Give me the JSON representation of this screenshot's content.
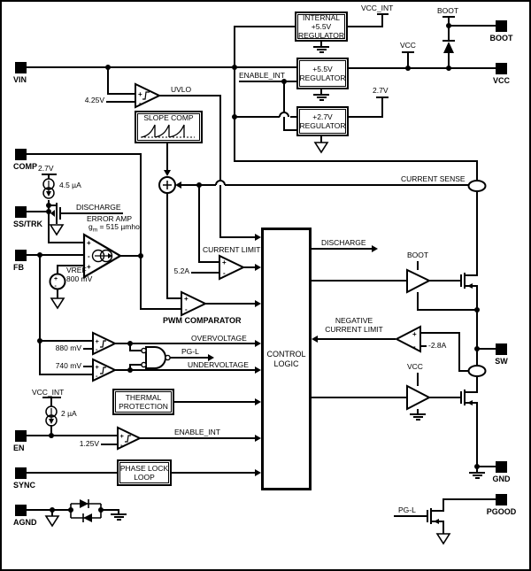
{
  "title": "DC-DC converter functional block diagram",
  "colors": {
    "line": "#000000",
    "background": "#ffffff"
  },
  "pins": {
    "vin": "VIN",
    "comp": "COMP",
    "sstrk": "SS/TRK",
    "fb": "FB",
    "en": "EN",
    "sync": "SYNC",
    "agnd": "AGND",
    "boot": "BOOT",
    "vcc": "VCC",
    "sw": "SW",
    "gnd": "GND",
    "pgood": "PGOOD"
  },
  "blocks": {
    "internal_reg": [
      "INTERNAL",
      "+5.5V",
      "REGULATOR"
    ],
    "reg55": [
      "+5.5V",
      "REGULATOR"
    ],
    "reg27": [
      "+2.7V",
      "REGULATOR"
    ],
    "slope_comp": "SLOPE COMP",
    "control_logic": [
      "CONTROL",
      "LOGIC"
    ],
    "thermal": [
      "THERMAL",
      "PROTECTION"
    ],
    "pll": [
      "PHASE LOCK",
      "LOOP"
    ]
  },
  "signals": {
    "vcc_int_top": "VCC_INT",
    "boot_top": "BOOT",
    "vcc_top": "VCC",
    "v27_out": "2.7V",
    "enable_int_top": "ENABLE_INT",
    "uvlo": "UVLO",
    "current_sense": "CURRENT SENSE",
    "discharge_out": "DISCHARGE",
    "discharge_gate": "DISCHARGE",
    "error_amp": "ERROR AMP",
    "gm_g": "g",
    "gm_sub": "m",
    "gm_eq": " = 515 µmho",
    "vref": "VREF",
    "vref_val": "800 mV",
    "current_limit": "CURRENT LIMIT",
    "pwm_comparator": "PWM COMPARATOR",
    "overvoltage": "OVERVOLTAGE",
    "undervoltage": "UNDERVOLTAGE",
    "pg_l_gate": "PG-L",
    "pg_l_fet": "PG-L",
    "neg_limit_1": "NEGATIVE",
    "neg_limit_2": "CURRENT LIMIT",
    "boot_drv": "BOOT",
    "vcc_drv": "VCC",
    "vcc_int_en": "VCC_INT",
    "enable_int_out": "ENABLE_INT",
    "ss_rail": "2.7V"
  },
  "values": {
    "uvlo_ref": "4.25V",
    "ss_current": "4.5 µA",
    "ov_ref": "880 mV",
    "uv_ref": "740 mV",
    "ilim": "5.2A",
    "neg_ilim": "-2.8A",
    "en_ref": "1.25V",
    "en_current": "2 µA"
  },
  "signs": {
    "plus": "+",
    "minus": "-"
  }
}
